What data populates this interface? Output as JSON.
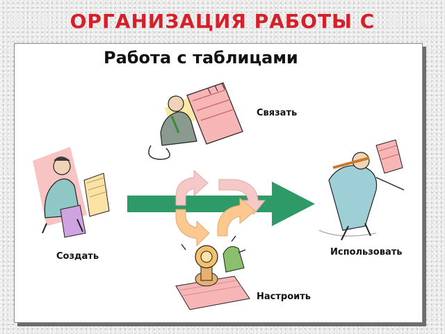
{
  "slide": {
    "title": "ОРГАНИЗАЦИЯ РАБОТЫ С"
  },
  "panel": {
    "title": "Работа с таблицами",
    "labels": {
      "create": "Создать",
      "link": "Связать",
      "configure": "Настроить",
      "use": "Использовать"
    }
  },
  "colors": {
    "title_red": "#d4202b",
    "main_arrow_green": "#2e9a68",
    "curved_arrow_pink": "#f6c8c8",
    "curved_arrow_orange": "#fbc990",
    "figure_teal": "#8fc7c7",
    "paper_pink": "#f7b5b5"
  }
}
